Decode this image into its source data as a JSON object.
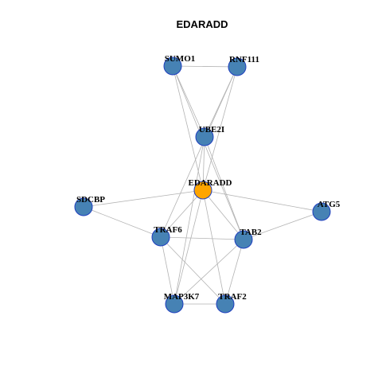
{
  "title": "EDARADD",
  "colors": {
    "edge": "#b3b3b3",
    "node_fill": "#4682b4",
    "node_stroke": "#1f3fbf",
    "center_fill": "#ffa500",
    "center_stroke": "#1f3fbf"
  },
  "nodes": [
    {
      "id": "SUMO1",
      "label": "SUMO1",
      "center": false
    },
    {
      "id": "RNF111",
      "label": "RNF111",
      "center": false
    },
    {
      "id": "UBE2I",
      "label": "UBE2I",
      "center": false
    },
    {
      "id": "EDARADD",
      "label": "EDARADD",
      "center": true
    },
    {
      "id": "SDCBP",
      "label": "SDCBP",
      "center": false
    },
    {
      "id": "ATG5",
      "label": "ATG5",
      "center": false
    },
    {
      "id": "TRAF6",
      "label": "TRAF6",
      "center": false
    },
    {
      "id": "TAB2",
      "label": "TAB2",
      "center": false
    },
    {
      "id": "MAP3K7",
      "label": "MAP3K7",
      "center": false
    },
    {
      "id": "TRAF2",
      "label": "TRAF2",
      "center": false
    }
  ],
  "edges": [
    [
      "SUMO1",
      "RNF111"
    ],
    [
      "SUMO1",
      "UBE2I"
    ],
    [
      "SUMO1",
      "EDARADD"
    ],
    [
      "SUMO1",
      "TAB2"
    ],
    [
      "RNF111",
      "UBE2I"
    ],
    [
      "RNF111",
      "EDARADD"
    ],
    [
      "RNF111",
      "TRAF6"
    ],
    [
      "UBE2I",
      "EDARADD"
    ],
    [
      "UBE2I",
      "MAP3K7"
    ],
    [
      "UBE2I",
      "TAB2"
    ],
    [
      "EDARADD",
      "SDCBP"
    ],
    [
      "EDARADD",
      "ATG5"
    ],
    [
      "EDARADD",
      "TRAF6"
    ],
    [
      "EDARADD",
      "TAB2"
    ],
    [
      "EDARADD",
      "MAP3K7"
    ],
    [
      "EDARADD",
      "TRAF2"
    ],
    [
      "SDCBP",
      "TRAF6"
    ],
    [
      "ATG5",
      "TAB2"
    ],
    [
      "TRAF6",
      "TAB2"
    ],
    [
      "TRAF6",
      "MAP3K7"
    ],
    [
      "TRAF6",
      "TRAF2"
    ],
    [
      "TAB2",
      "MAP3K7"
    ],
    [
      "TAB2",
      "TRAF2"
    ],
    [
      "MAP3K7",
      "TRAF2"
    ]
  ]
}
